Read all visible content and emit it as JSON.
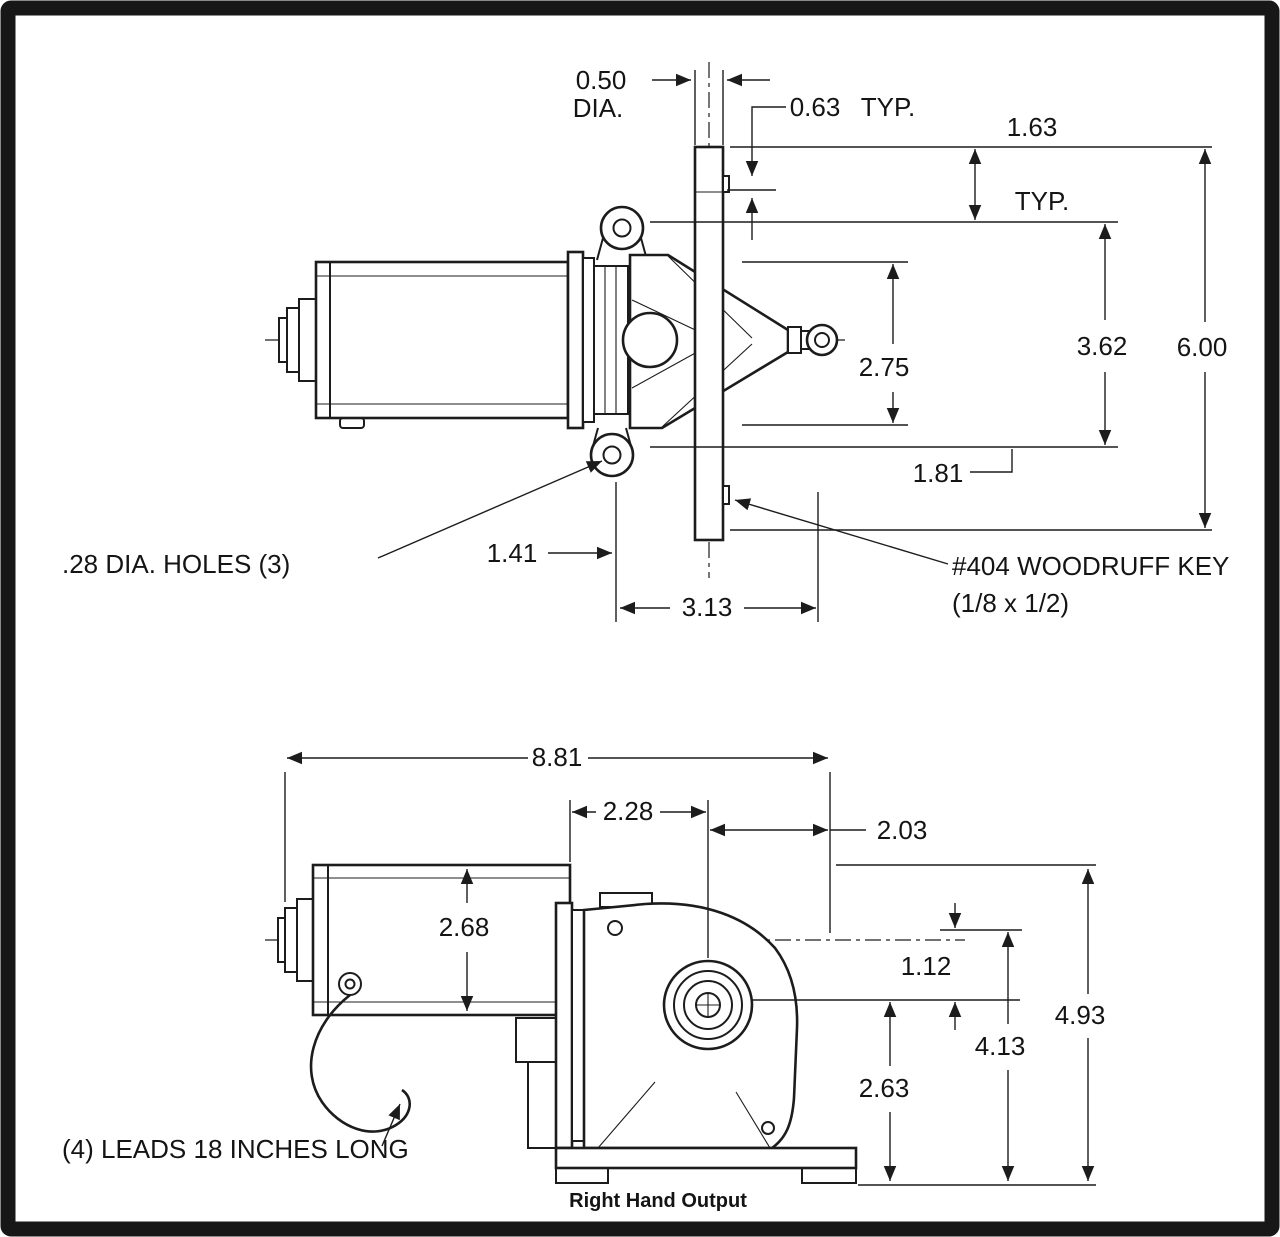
{
  "colors": {
    "ink": "#1c1c1c",
    "background": "#ffffff",
    "frame": "#171717"
  },
  "drawing": {
    "top_view": {
      "dims": {
        "d050": "0.50",
        "dia": "DIA.",
        "d063": "0.63",
        "typ1": "TYP.",
        "d163": "1.63",
        "typ2": "TYP.",
        "d362": "3.62",
        "d600": "6.00",
        "d275": "2.75",
        "d181": "1.81",
        "d141": "1.41",
        "d313": "3.13"
      },
      "notes": {
        "holes": ".28 DIA. HOLES (3)",
        "woodruff1": "#404 WOODRUFF KEY",
        "woodruff2": "(1/8 x 1/2)"
      }
    },
    "side_view": {
      "dims": {
        "d881": "8.81",
        "d228": "2.28",
        "d203": "2.03",
        "d268": "2.68",
        "d112": "1.12",
        "d413": "4.13",
        "d493": "4.93",
        "d263": "2.63"
      },
      "notes": {
        "leads": "(4) LEADS 18 INCHES LONG",
        "caption": "Right Hand Output"
      }
    }
  }
}
